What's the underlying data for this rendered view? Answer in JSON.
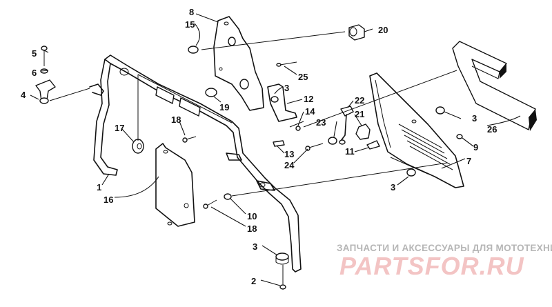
{
  "callouts": [
    {
      "id": "c1",
      "label": "1"
    },
    {
      "id": "c2",
      "label": "2"
    },
    {
      "id": "c3a",
      "label": "3"
    },
    {
      "id": "c3b",
      "label": "3"
    },
    {
      "id": "c3c",
      "label": "3"
    },
    {
      "id": "c3d",
      "label": "3"
    },
    {
      "id": "c4",
      "label": "4"
    },
    {
      "id": "c5",
      "label": "5"
    },
    {
      "id": "c6",
      "label": "6"
    },
    {
      "id": "c7",
      "label": "7"
    },
    {
      "id": "c8",
      "label": "8"
    },
    {
      "id": "c9",
      "label": "9"
    },
    {
      "id": "c10",
      "label": "10"
    },
    {
      "id": "c11",
      "label": "11"
    },
    {
      "id": "c12",
      "label": "12"
    },
    {
      "id": "c13",
      "label": "13"
    },
    {
      "id": "c14",
      "label": "14"
    },
    {
      "id": "c15",
      "label": "15"
    },
    {
      "id": "c16",
      "label": "16"
    },
    {
      "id": "c17",
      "label": "17"
    },
    {
      "id": "c18a",
      "label": "18"
    },
    {
      "id": "c18b",
      "label": "18"
    },
    {
      "id": "c19",
      "label": "19"
    },
    {
      "id": "c20",
      "label": "20"
    },
    {
      "id": "c21",
      "label": "21"
    },
    {
      "id": "c22",
      "label": "22"
    },
    {
      "id": "c23",
      "label": "23"
    },
    {
      "id": "c24",
      "label": "24"
    },
    {
      "id": "c25",
      "label": "25"
    },
    {
      "id": "c26",
      "label": "26"
    }
  ],
  "watermark": {
    "tagline": "ЗАПЧАСТИ И АКСЕССУАРЫ ДЛЯ МОТОТЕХНИКИ",
    "brand": "PARTSFOR.RU",
    "color": "#f3c4c4"
  }
}
